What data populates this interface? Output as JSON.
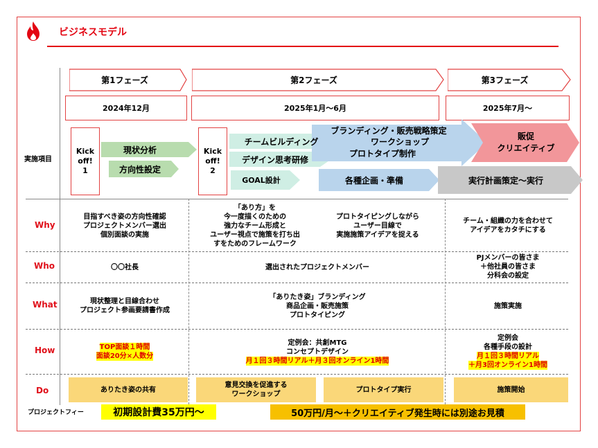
{
  "header": {
    "title": "ビジネスモデル",
    "accent_color": "#e30613",
    "logo_icon": "flame-icon"
  },
  "phases": [
    {
      "label": "第1フェーズ",
      "date": "2024年12月"
    },
    {
      "label": "第2フェーズ",
      "date": "2025年1月～6月"
    },
    {
      "label": "第3フェーズ",
      "date": "2025年7月～"
    }
  ],
  "items_label": "実施項目",
  "kickoff1": "Kick\noff!\n1",
  "kickoff2": "Kick\noff!\n2",
  "activities": {
    "genjo": "現状分析",
    "houkou": "方向性設定",
    "team": "チームビルディング",
    "design": "デザイン思考研修",
    "goal": "GOAL設計",
    "branding": "ブランディング・販売戦略策定",
    "workshop": "ワークショップ",
    "prototype": "プロトタイプ制作",
    "kikaku": "各種企画・準備",
    "hansoku": "販促\nクリエイティブ",
    "jikko": "実行計画策定～実行"
  },
  "rows": {
    "why": {
      "label": "Why",
      "c1": "目指すべき姿の方向性確認\nプロジェクトメンバー選出\n個別面談の実施",
      "c2a": "「あり方」を\n今一度描くのための\n強力なチーム形成と\nユーザー視点で施策を打ち出\nすをためのフレームワーク",
      "c2b": "プロトタイピングしながら\nユーザー目線で\n実施施策アイデアを捉える",
      "c3": "チーム・組織の力を合わせて\nアイデアをカタチにする"
    },
    "who": {
      "label": "Who",
      "c1": "〇〇社長",
      "c2": "選出されたプロジェクトメンバー",
      "c3": "PJメンバーの皆さま\n＋他社員の皆さま\n分科会の設定"
    },
    "what": {
      "label": "What",
      "c1": "現状整理と目線合わせ\nプロジェクト参画要請書作成",
      "c2": "「ありたき姿」ブランディング\n商品企画・販売施策\nプロトタイピング",
      "c3": "施策実施"
    },
    "how": {
      "label": "How",
      "c1_line1": "TOP面談１時間",
      "c1_line2": "面談20分×人数分",
      "c2_line1": "定例会：共創MTG",
      "c2_line2": "コンセプトデザイン",
      "c2_line3": "月１回３時間リアル＋月３回オンライン1時間",
      "c3_line1": "定例会",
      "c3_line2": "各種手段の設計",
      "c3_line3": "月１回３時間リアル",
      "c3_line4": "＋月3回オンライン1時間"
    },
    "do": {
      "label": "Do",
      "c1": "ありたき姿の共有",
      "c2a": "意見交換を促進する\nワークショップ",
      "c2b": "プロトタイプ実行",
      "c3": "施策開始"
    }
  },
  "fee": {
    "label": "プロジェクトフィー",
    "initial": "初期設計費35万円～",
    "monthly": "50万円/月～＋クリエイティブ発生時には別途お見積"
  }
}
